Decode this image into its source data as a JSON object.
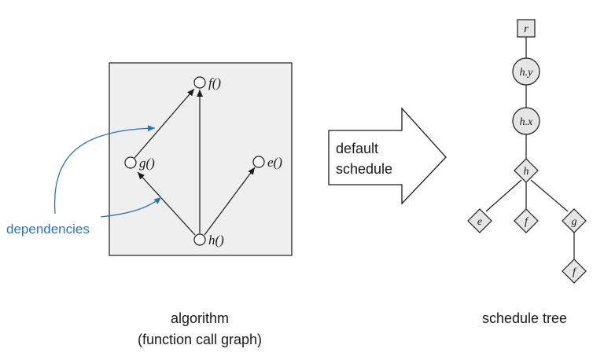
{
  "algorithm_graph": {
    "nodes": {
      "f": "f()",
      "g": "g()",
      "e": "e()",
      "h": "h()"
    },
    "annotation": "dependencies",
    "caption_line1": "algorithm",
    "caption_line2": "(function call graph)"
  },
  "transform_arrow": {
    "line1": "default",
    "line2": "schedule"
  },
  "schedule_tree": {
    "root": "r",
    "loop_y": "h.y",
    "loop_x": "h.x",
    "compute_h": "h",
    "compute_e": "e",
    "compute_f": "f",
    "compute_g": "g",
    "compute_f_nested": "f",
    "caption": "schedule tree"
  },
  "colors": {
    "annotation": "#2f73b5",
    "box_fill": "#efefef",
    "node_fill": "#e6e6e6",
    "stroke": "#1a1a1a"
  }
}
